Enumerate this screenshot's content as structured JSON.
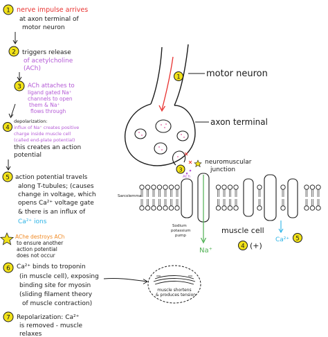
{
  "colors": {
    "ink": "#1a1a1a",
    "yellow": "#f2e21a",
    "red": "#e8312f",
    "purple": "#b45ad6",
    "pink": "#e4569e",
    "cyan": "#2bb3e6",
    "orange": "#f08a24",
    "green": "#4caf50",
    "grey": "#777777"
  },
  "steps": [
    {
      "num": "1",
      "lines": [
        "nerve impulse arrives",
        "at axon terminal of",
        "motor neuron"
      ]
    },
    {
      "num": "2",
      "lines": [
        "triggers release",
        "of acetylcholine",
        "(ACh)"
      ]
    },
    {
      "num": "3",
      "lines": [
        "ACh attaches to",
        "ligand gated Na⁺",
        "channels to open",
        "them & Na⁺",
        "flows through"
      ]
    },
    {
      "num": "4",
      "lines": [
        "depolarization:",
        "influx of Na⁺ creates positive",
        "charge inside muscle cell",
        "(called end-plate potential)",
        "this creates an action",
        "potential"
      ]
    },
    {
      "num": "5",
      "lines": [
        "action potential travels",
        "along T-tubules; (causes",
        "change in voltage, which",
        "opens Ca²⁺ voltage gate",
        "& there is an influx of",
        "Ca²⁺ ions"
      ]
    },
    {
      "num": "★",
      "lines": [
        "AChe destroys ACh",
        "to ensure another",
        "action potential",
        "does not occur"
      ]
    },
    {
      "num": "6",
      "lines": [
        "Ca²⁺ binds to troponin",
        "(in muscle cell), exposing",
        "binding site for myosin",
        "(sliding filament theory",
        "of muscle contraction)"
      ]
    },
    {
      "num": "7",
      "lines": [
        "Repolarization: Ca²⁺",
        "is removed - muscle",
        "relaxes"
      ]
    }
  ],
  "diagram": {
    "motor_neuron": "motor neuron",
    "axon_terminal": "axon terminal",
    "nmj": [
      "neuromuscular",
      "junction"
    ],
    "sarcolemma": "Sarcolemma",
    "pump": [
      "Sodium",
      "potassium",
      "pump"
    ],
    "na_ion": "Na⁺",
    "muscle_cell": "muscle cell",
    "ca_ion": "Ca²⁺",
    "charge": "(+)",
    "step1": "1",
    "step3": "3",
    "step4": "4",
    "step5": "5",
    "ach": "ACh",
    "contraction": [
      "muscle shortens",
      "& produces tension"
    ]
  }
}
